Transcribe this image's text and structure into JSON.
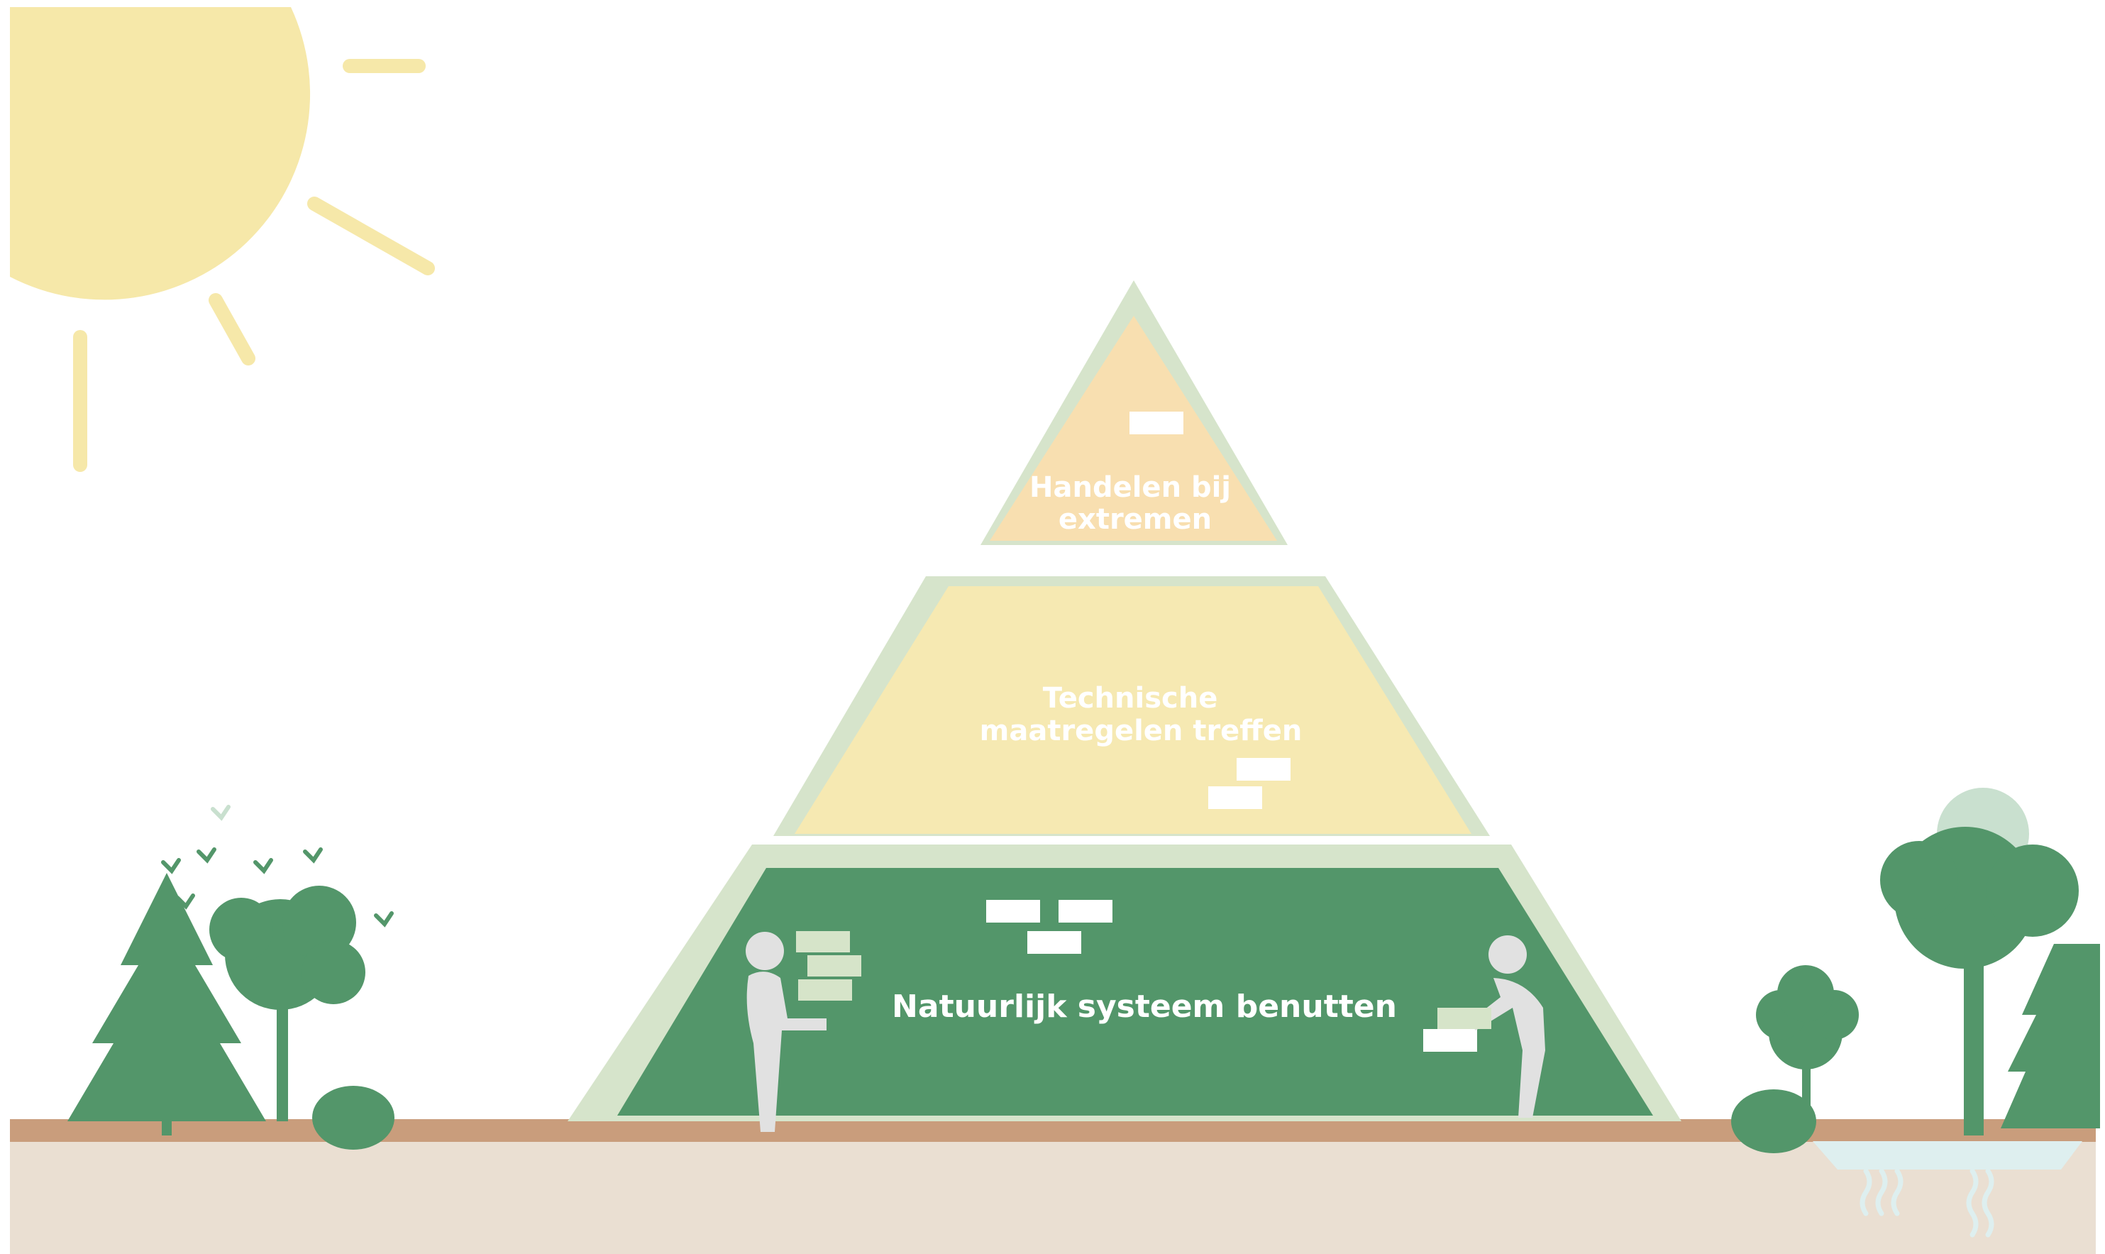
{
  "pyramid": {
    "levels": [
      {
        "id": "top",
        "lines": [
          "Handelen bij",
          "extremen"
        ],
        "color": "#f8dfb0"
      },
      {
        "id": "middle",
        "lines": [
          "Technische",
          "maatregelen treffen"
        ],
        "color": "#f6e9b2"
      },
      {
        "id": "bottom",
        "lines": [
          "Natuurlijk systeem benutten"
        ],
        "color": "#53966a"
      }
    ]
  },
  "colors": {
    "sun": "#f6e8a9",
    "ground": "#c99d7c",
    "soil": "#eadfd2",
    "grass": "#d6e4cb",
    "tree": "#53966a",
    "tree_light": "#c9e0cf",
    "person": "#e1e1e1",
    "brick": "#d6e4c9",
    "water": "#deefef"
  },
  "icons": [
    "sun-icon",
    "tree-icon",
    "bird-icon",
    "person-icon",
    "brick-icon",
    "water-icon"
  ]
}
